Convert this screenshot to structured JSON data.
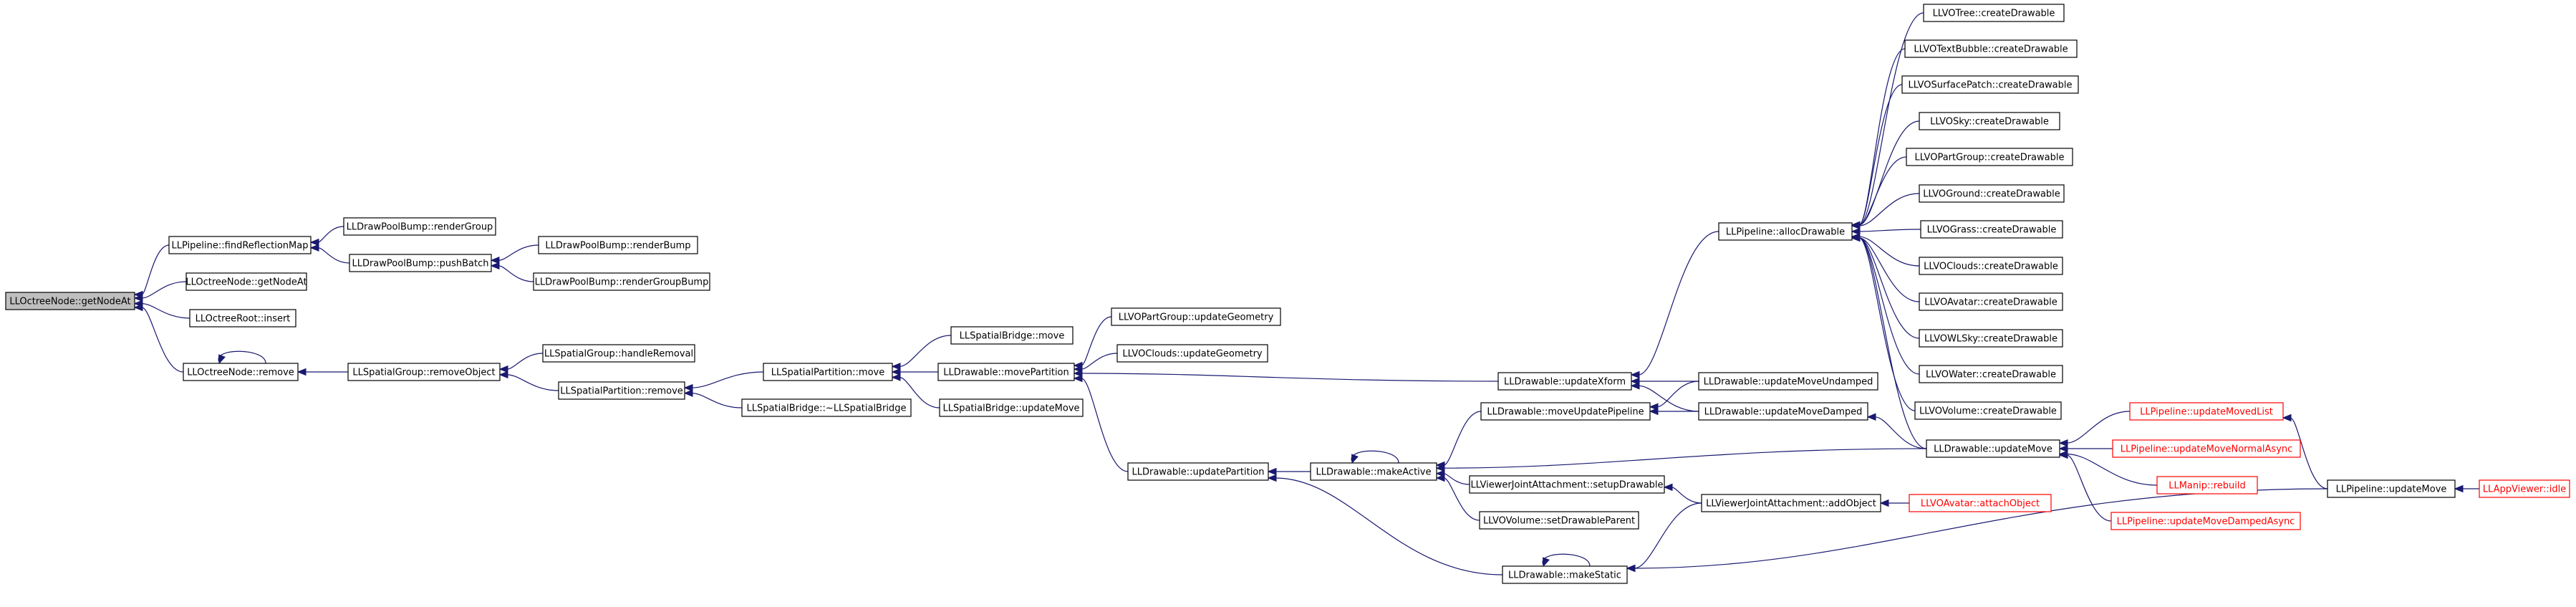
{
  "diagram": {
    "type": "caller-graph",
    "nodes": [
      {
        "id": "n_getNodeAt",
        "label": "LLOctreeNode::getNodeAt",
        "style": "root"
      },
      {
        "id": "n_findReflectionMap",
        "label": "LLPipeline::findReflectionMap",
        "style": "normal"
      },
      {
        "id": "n_getNodeAt2",
        "label": "LLOctreeNode::getNodeAt",
        "style": "normal"
      },
      {
        "id": "n_octreeRootInsert",
        "label": "LLOctreeRoot::insert",
        "style": "normal"
      },
      {
        "id": "n_octreeRemove",
        "label": "LLOctreeNode::remove",
        "style": "normal"
      },
      {
        "id": "n_renderGroup",
        "label": "LLDrawPoolBump::renderGroup",
        "style": "normal"
      },
      {
        "id": "n_pushBatch",
        "label": "LLDrawPoolBump::pushBatch",
        "style": "normal"
      },
      {
        "id": "n_renderBump",
        "label": "LLDrawPoolBump::renderBump",
        "style": "normal"
      },
      {
        "id": "n_renderGroupBump",
        "label": "LLDrawPoolBump::renderGroupBump",
        "style": "normal"
      },
      {
        "id": "n_removeObject",
        "label": "LLSpatialGroup::removeObject",
        "style": "normal"
      },
      {
        "id": "n_handleRemoval",
        "label": "LLSpatialGroup::handleRemoval",
        "style": "normal"
      },
      {
        "id": "n_partitionRemove",
        "label": "LLSpatialPartition::remove",
        "style": "normal"
      },
      {
        "id": "n_partitionMove",
        "label": "LLSpatialPartition::move",
        "style": "normal"
      },
      {
        "id": "n_bridgeDtor",
        "label": "LLSpatialBridge::~LLSpatialBridge",
        "style": "normal"
      },
      {
        "id": "n_bridgeMove",
        "label": "LLSpatialBridge::move",
        "style": "normal"
      },
      {
        "id": "n_movePartition",
        "label": "LLDrawable::movePartition",
        "style": "normal"
      },
      {
        "id": "n_bridgeUpdateMove",
        "label": "LLSpatialBridge::updateMove",
        "style": "normal"
      },
      {
        "id": "n_partGroupUpdateGeom",
        "label": "LLVOPartGroup::updateGeometry",
        "style": "normal"
      },
      {
        "id": "n_cloudsUpdateGeom",
        "label": "LLVOClouds::updateGeometry",
        "style": "normal"
      },
      {
        "id": "n_updatePartition",
        "label": "LLDrawable::updatePartition",
        "style": "normal"
      },
      {
        "id": "n_updateXform",
        "label": "LLDrawable::updateXform",
        "style": "normal"
      },
      {
        "id": "n_makeActive",
        "label": "LLDrawable::makeActive",
        "style": "normal"
      },
      {
        "id": "n_moveUpdatePipeline",
        "label": "LLDrawable::moveUpdatePipeline",
        "style": "normal"
      },
      {
        "id": "n_setupDrawable",
        "label": "LLViewerJointAttachment::setupDrawable",
        "style": "normal"
      },
      {
        "id": "n_setDrawableParent",
        "label": "LLVOVolume::setDrawableParent",
        "style": "normal"
      },
      {
        "id": "n_makeStatic",
        "label": "LLDrawable::makeStatic",
        "style": "normal"
      },
      {
        "id": "n_allocDrawable",
        "label": "LLPipeline::allocDrawable",
        "style": "normal"
      },
      {
        "id": "n_updateMoveUndamped",
        "label": "LLDrawable::updateMoveUndamped",
        "style": "normal"
      },
      {
        "id": "n_updateMoveDamped",
        "label": "LLDrawable::updateMoveDamped",
        "style": "normal"
      },
      {
        "id": "n_addObject",
        "label": "LLViewerJointAttachment::addObject",
        "style": "normal"
      },
      {
        "id": "n_treeCreate",
        "label": "LLVOTree::createDrawable",
        "style": "normal"
      },
      {
        "id": "n_textBubbleCreate",
        "label": "LLVOTextBubble::createDrawable",
        "style": "normal"
      },
      {
        "id": "n_surfacePatchCreate",
        "label": "LLVOSurfacePatch::createDrawable",
        "style": "normal"
      },
      {
        "id": "n_skyCreate",
        "label": "LLVOSky::createDrawable",
        "style": "normal"
      },
      {
        "id": "n_partGroupCreate",
        "label": "LLVOPartGroup::createDrawable",
        "style": "normal"
      },
      {
        "id": "n_groundCreate",
        "label": "LLVOGround::createDrawable",
        "style": "normal"
      },
      {
        "id": "n_grassCreate",
        "label": "LLVOGrass::createDrawable",
        "style": "normal"
      },
      {
        "id": "n_cloudsCreate",
        "label": "LLVOClouds::createDrawable",
        "style": "normal"
      },
      {
        "id": "n_avatarCreate",
        "label": "LLVOAvatar::createDrawable",
        "style": "normal"
      },
      {
        "id": "n_wlskyCreate",
        "label": "LLVOWLSky::createDrawable",
        "style": "normal"
      },
      {
        "id": "n_waterCreate",
        "label": "LLVOWater::createDrawable",
        "style": "normal"
      },
      {
        "id": "n_volumeCreate",
        "label": "LLVOVolume::createDrawable",
        "style": "normal"
      },
      {
        "id": "n_drawableUpdateMove",
        "label": "LLDrawable::updateMove",
        "style": "normal"
      },
      {
        "id": "n_attachObject",
        "label": "LLVOAvatar::attachObject",
        "style": "red"
      },
      {
        "id": "n_updateMovedList",
        "label": "LLPipeline::updateMovedList",
        "style": "red"
      },
      {
        "id": "n_updateMoveNormalAsync",
        "label": "LLPipeline::updateMoveNormalAsync",
        "style": "red"
      },
      {
        "id": "n_manipRebuild",
        "label": "LLManip::rebuild",
        "style": "red"
      },
      {
        "id": "n_updateMoveDampedAsync",
        "label": "LLPipeline::updateMoveDampedAsync",
        "style": "red"
      },
      {
        "id": "n_pipelineUpdateMove",
        "label": "LLPipeline::updateMove",
        "style": "normal"
      },
      {
        "id": "n_appIdle",
        "label": "LLAppViewer::idle",
        "style": "red"
      }
    ],
    "edges": [
      {
        "from": "n_findReflectionMap",
        "to": "n_getNodeAt"
      },
      {
        "from": "n_getNodeAt2",
        "to": "n_getNodeAt"
      },
      {
        "from": "n_octreeRootInsert",
        "to": "n_getNodeAt"
      },
      {
        "from": "n_octreeRemove",
        "to": "n_getNodeAt"
      },
      {
        "from": "n_octreeRemove",
        "to": "n_octreeRemove"
      },
      {
        "from": "n_renderGroup",
        "to": "n_findReflectionMap"
      },
      {
        "from": "n_pushBatch",
        "to": "n_findReflectionMap"
      },
      {
        "from": "n_renderBump",
        "to": "n_pushBatch"
      },
      {
        "from": "n_renderGroupBump",
        "to": "n_pushBatch"
      },
      {
        "from": "n_removeObject",
        "to": "n_octreeRemove"
      },
      {
        "from": "n_handleRemoval",
        "to": "n_removeObject"
      },
      {
        "from": "n_partitionRemove",
        "to": "n_removeObject"
      },
      {
        "from": "n_partitionMove",
        "to": "n_partitionRemove"
      },
      {
        "from": "n_bridgeDtor",
        "to": "n_partitionRemove"
      },
      {
        "from": "n_bridgeMove",
        "to": "n_partitionMove"
      },
      {
        "from": "n_movePartition",
        "to": "n_partitionMove"
      },
      {
        "from": "n_bridgeUpdateMove",
        "to": "n_partitionMove"
      },
      {
        "from": "n_partGroupUpdateGeom",
        "to": "n_movePartition"
      },
      {
        "from": "n_cloudsUpdateGeom",
        "to": "n_movePartition"
      },
      {
        "from": "n_updatePartition",
        "to": "n_movePartition"
      },
      {
        "from": "n_updateXform",
        "to": "n_movePartition"
      },
      {
        "from": "n_makeActive",
        "to": "n_updatePartition"
      },
      {
        "from": "n_makeStatic",
        "to": "n_updatePartition"
      },
      {
        "from": "n_makeActive",
        "to": "n_makeActive"
      },
      {
        "from": "n_moveUpdatePipeline",
        "to": "n_makeActive"
      },
      {
        "from": "n_setupDrawable",
        "to": "n_makeActive"
      },
      {
        "from": "n_setDrawableParent",
        "to": "n_makeActive"
      },
      {
        "from": "n_drawableUpdateMove",
        "to": "n_makeActive"
      },
      {
        "from": "n_makeStatic",
        "to": "n_makeStatic"
      },
      {
        "from": "n_allocDrawable",
        "to": "n_updateXform"
      },
      {
        "from": "n_updateMoveUndamped",
        "to": "n_updateXform"
      },
      {
        "from": "n_updateMoveDamped",
        "to": "n_updateXform"
      },
      {
        "from": "n_updateMoveUndamped",
        "to": "n_moveUpdatePipeline"
      },
      {
        "from": "n_updateMoveDamped",
        "to": "n_moveUpdatePipeline"
      },
      {
        "from": "n_addObject",
        "to": "n_setupDrawable"
      },
      {
        "from": "n_addObject",
        "to": "n_makeStatic"
      },
      {
        "from": "n_pipelineUpdateMove",
        "to": "n_makeStatic"
      },
      {
        "from": "n_drawableUpdateMove",
        "to": "n_updateMoveDamped"
      },
      {
        "from": "n_drawableUpdateMove",
        "to": "n_allocDrawable"
      },
      {
        "from": "n_treeCreate",
        "to": "n_allocDrawable"
      },
      {
        "from": "n_textBubbleCreate",
        "to": "n_allocDrawable"
      },
      {
        "from": "n_surfacePatchCreate",
        "to": "n_allocDrawable"
      },
      {
        "from": "n_skyCreate",
        "to": "n_allocDrawable"
      },
      {
        "from": "n_partGroupCreate",
        "to": "n_allocDrawable"
      },
      {
        "from": "n_groundCreate",
        "to": "n_allocDrawable"
      },
      {
        "from": "n_grassCreate",
        "to": "n_allocDrawable"
      },
      {
        "from": "n_cloudsCreate",
        "to": "n_allocDrawable"
      },
      {
        "from": "n_avatarCreate",
        "to": "n_allocDrawable"
      },
      {
        "from": "n_wlskyCreate",
        "to": "n_allocDrawable"
      },
      {
        "from": "n_waterCreate",
        "to": "n_allocDrawable"
      },
      {
        "from": "n_volumeCreate",
        "to": "n_allocDrawable"
      },
      {
        "from": "n_attachObject",
        "to": "n_addObject"
      },
      {
        "from": "n_updateMovedList",
        "to": "n_drawableUpdateMove"
      },
      {
        "from": "n_updateMoveNormalAsync",
        "to": "n_drawableUpdateMove"
      },
      {
        "from": "n_manipRebuild",
        "to": "n_drawableUpdateMove"
      },
      {
        "from": "n_updateMoveDampedAsync",
        "to": "n_drawableUpdateMove"
      },
      {
        "from": "n_pipelineUpdateMove",
        "to": "n_updateMovedList"
      },
      {
        "from": "n_appIdle",
        "to": "n_pipelineUpdateMove"
      }
    ]
  },
  "colors": {
    "edge": "#191970",
    "root_fill": "#bfbfbf",
    "node_border": "#000000",
    "truncated_border": "#ff0000"
  }
}
